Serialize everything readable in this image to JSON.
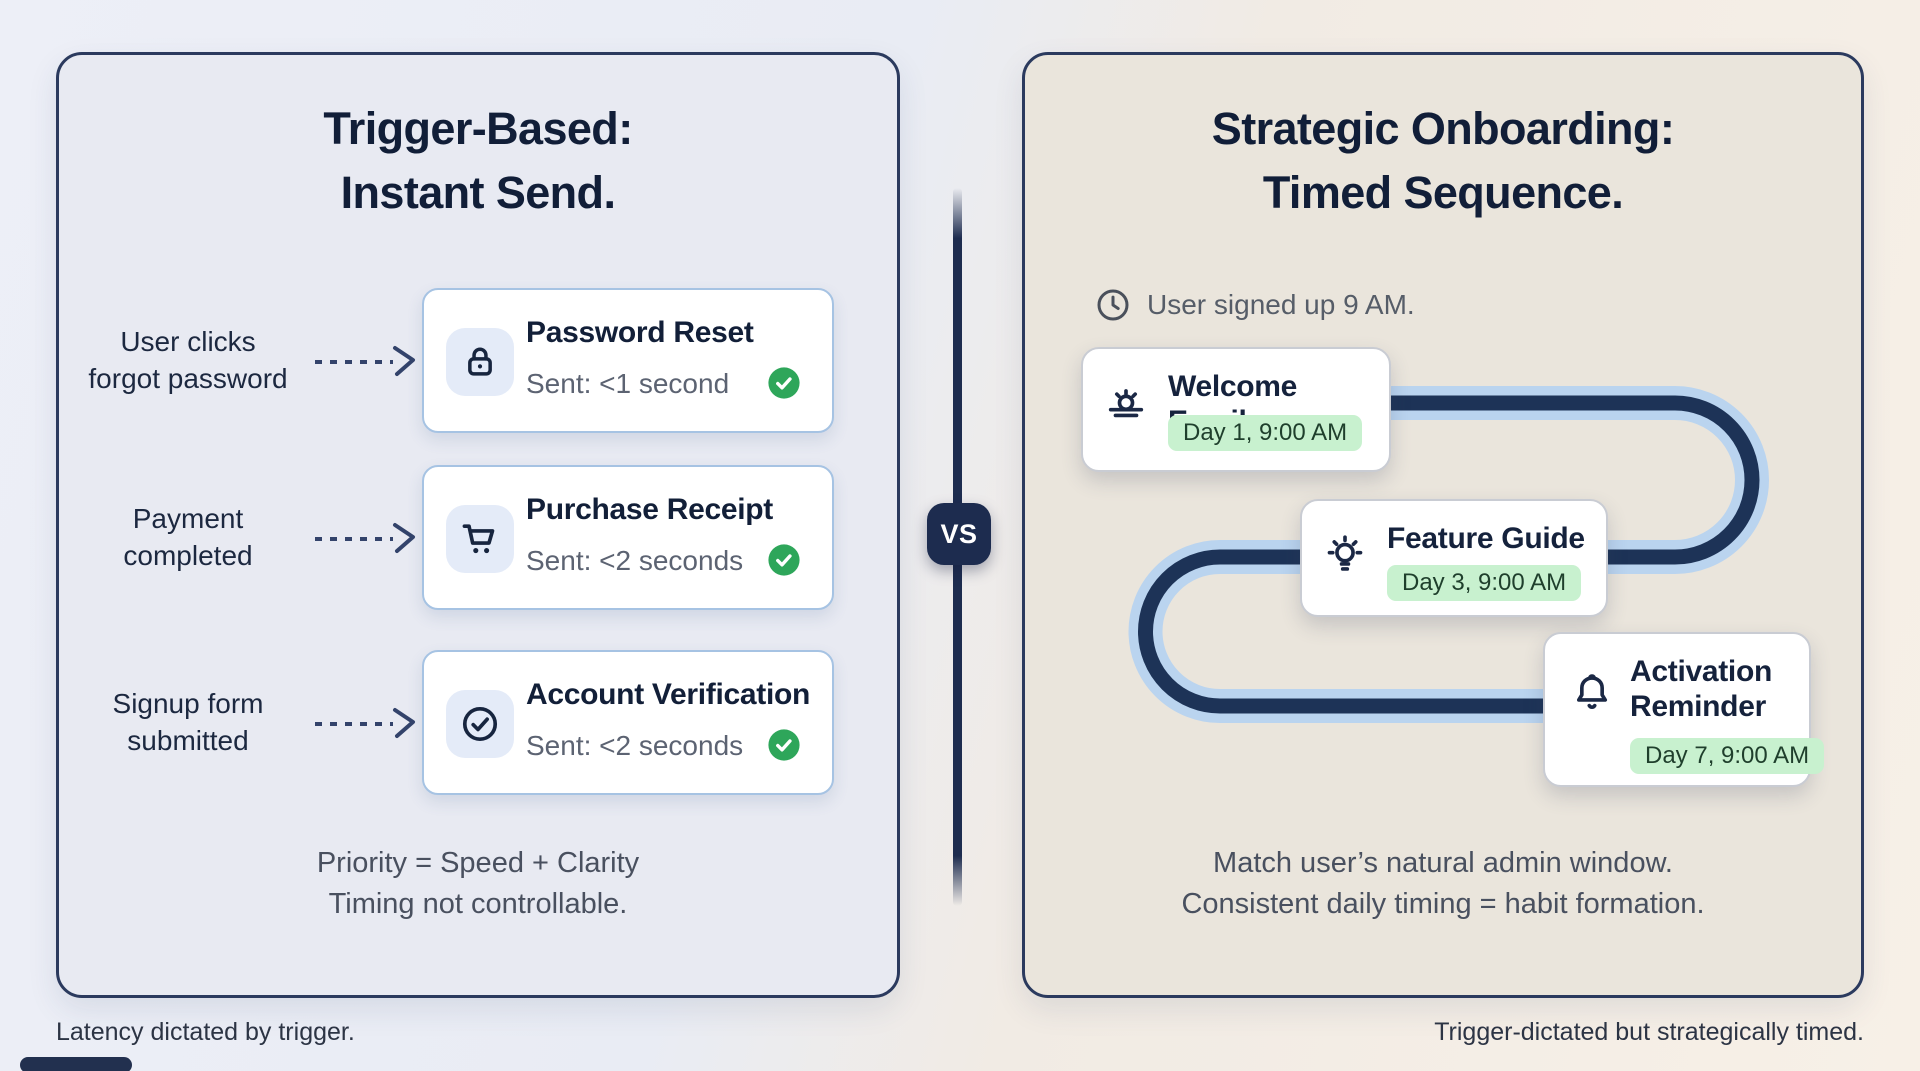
{
  "left_panel": {
    "title_line1": "Trigger-Based:",
    "title_line2": "Instant Send.",
    "rows": [
      {
        "label_line1": "User clicks",
        "label_line2": "forgot password",
        "icon": "lock-icon",
        "title": "Password Reset",
        "subtitle": "Sent: <1 second",
        "status_icon": "success-check-icon"
      },
      {
        "label_line1": "Payment",
        "label_line2": "completed",
        "icon": "cart-icon",
        "title": "Purchase Receipt",
        "subtitle": "Sent: <2 seconds",
        "status_icon": "success-check-icon"
      },
      {
        "label_line1": "Signup form",
        "label_line2": "submitted",
        "icon": "check-circle-icon",
        "title": "Account Verification",
        "subtitle": "Sent: <2 seconds",
        "status_icon": "success-check-icon"
      }
    ],
    "summary_line1": "Priority = Speed + Clarity",
    "summary_line2": "Timing not controllable.",
    "caption": "Latency dictated by trigger."
  },
  "divider": {
    "vs_label": "VS"
  },
  "right_panel": {
    "title_line1": "Strategic Onboarding:",
    "title_line2": "Timed Sequence.",
    "signup_note": "User signed up 9 AM.",
    "steps": [
      {
        "icon": "sunrise-icon",
        "title": "Welcome Email.",
        "badge": "Day 1, 9:00 AM"
      },
      {
        "icon": "lightbulb-icon",
        "title": "Feature Guide",
        "badge": "Day 3, 9:00 AM"
      },
      {
        "icon": "bell-icon",
        "title": "Activation Reminder",
        "badge": "Day 7, 9:00 AM"
      }
    ],
    "summary_line1": "Match user’s natural admin window.",
    "summary_line2": "Consistent daily timing = habit formation.",
    "caption": "Trigger-dictated but strategically timed."
  },
  "colors": {
    "navy_dark": "#111e38",
    "panel_border": "#2b3a5e",
    "left_panel_bg": "#e8eaf2",
    "right_panel_bg": "#eae5dc",
    "card_border_blue": "#a6c3e3",
    "icon_chip_bg": "#e4ebf8",
    "subtitle_gray": "#5c6372",
    "success_green": "#2ea65a",
    "pill_green_bg": "#c8f1cf",
    "pill_green_text": "#1f3f2c",
    "path_light_blue": "#bad4ef",
    "path_navy": "#1d3357",
    "vs_badge_bg": "#1d2c4f"
  }
}
